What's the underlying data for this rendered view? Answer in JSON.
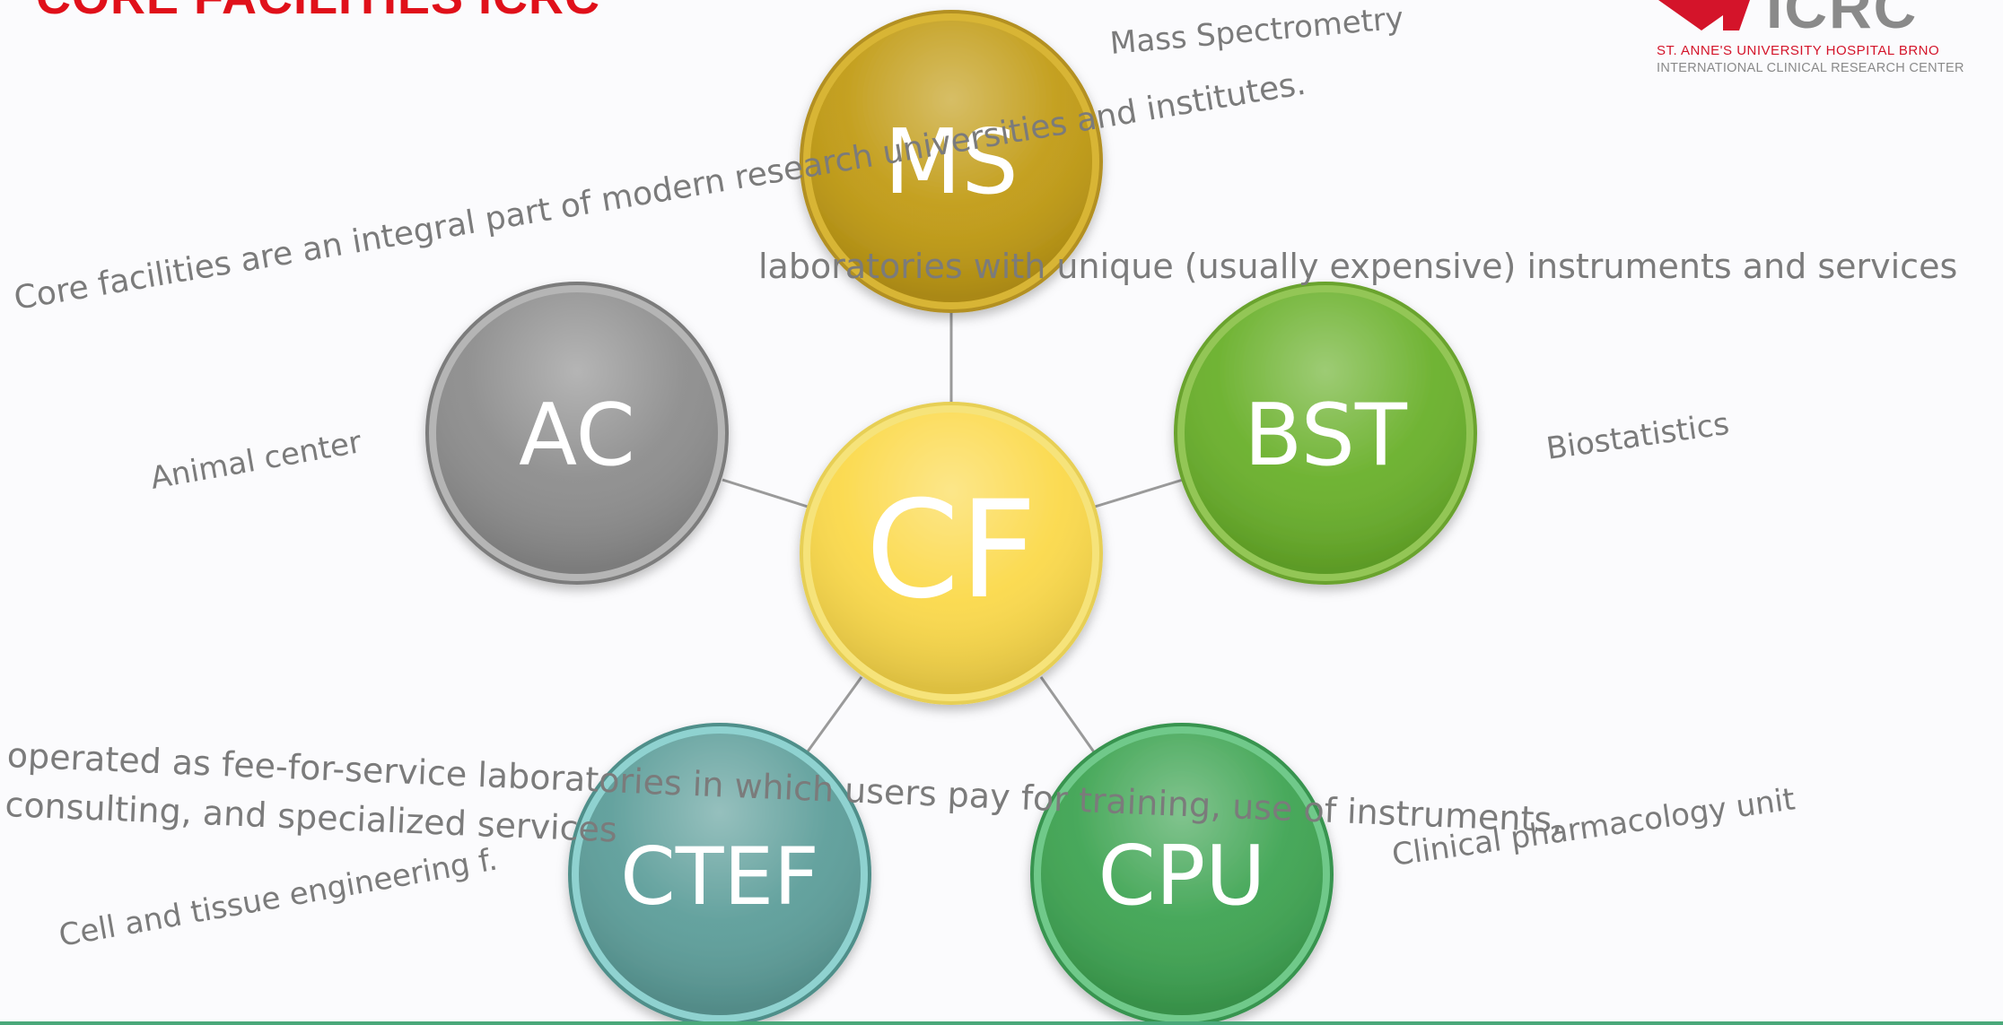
{
  "slide_title": "CORE FACILITIES ICRC",
  "logo": {
    "name": "ICRC",
    "line1": "ST. ANNE'S UNIVERSITY HOSPITAL BRNO",
    "line2": "INTERNATIONAL CLINICAL RESEARCH CENTER"
  },
  "diagram": {
    "center": {
      "abbr": "CF",
      "color": "#fbd94a"
    },
    "nodes": [
      {
        "id": "ms",
        "abbr": "MS",
        "full_name": "Mass Spectrometry",
        "color": "#c19b14"
      },
      {
        "id": "bst",
        "abbr": "BST",
        "full_name": "Biostatistics",
        "color": "#69b02a"
      },
      {
        "id": "cpu",
        "abbr": "CPU",
        "full_name": "Clinical pharmacology unit",
        "color": "#3ea452"
      },
      {
        "id": "ctef",
        "abbr": "CTEF",
        "full_name": "Cell and tissue engineering f.",
        "color": "#5d9e9a"
      },
      {
        "id": "ac",
        "abbr": "AC",
        "full_name": "Animal center",
        "color": "#8d8d8d"
      }
    ]
  },
  "statements": {
    "s1": "Core facilities are an integral part of modern research universities and institutes.",
    "s2": "laboratories with unique (usually expensive) instruments and services",
    "s3_line1": "operated as fee-for-service laboratories in which users pay for training, use of instruments,",
    "s3_line2": "consulting, and specialized services"
  }
}
